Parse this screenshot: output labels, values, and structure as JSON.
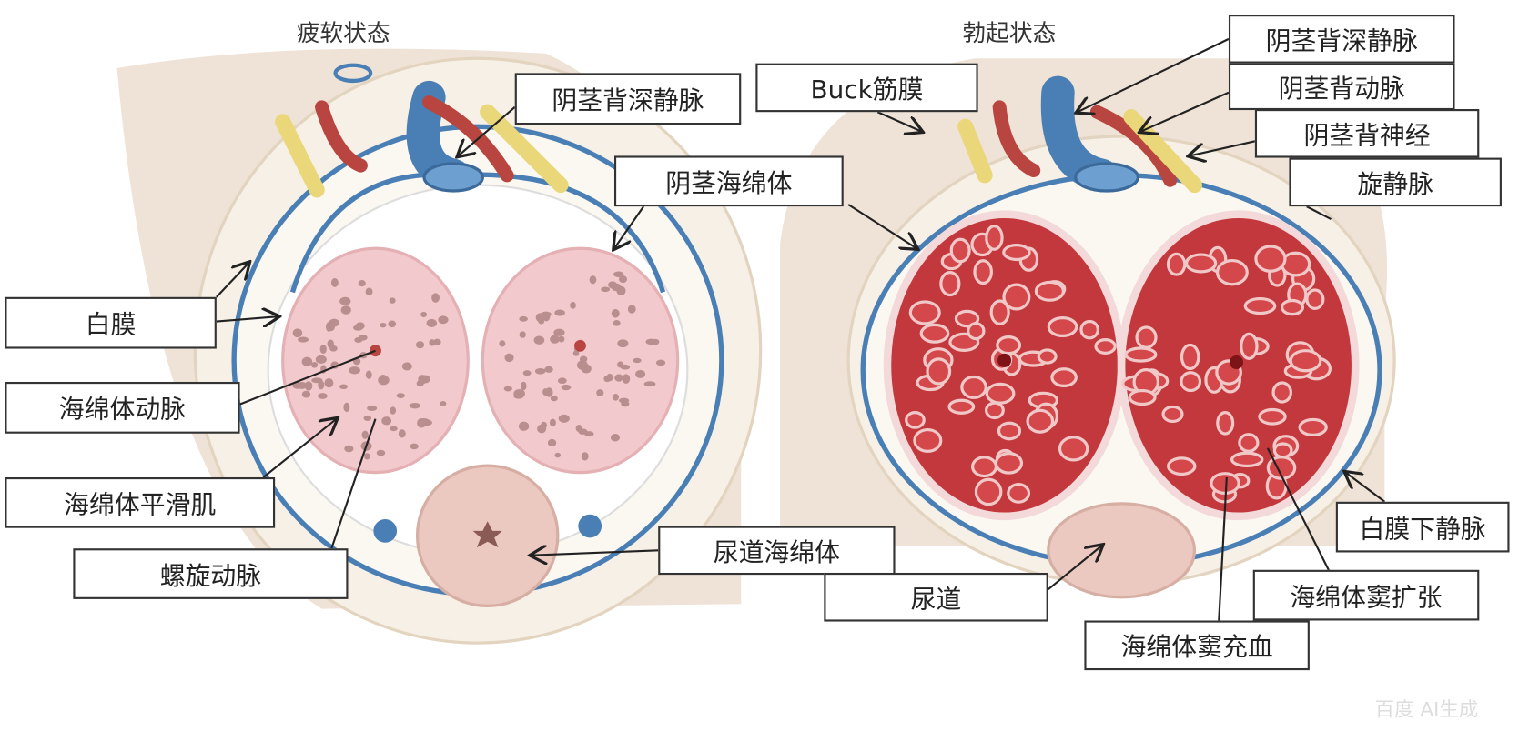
{
  "titles": {
    "flaccid": "疲软状态",
    "erect": "勃起状态"
  },
  "labels": {
    "deep_dorsal_vein_left": "阴茎背深静脉",
    "corpus_cavernosum": "阴茎海绵体",
    "tunica_albuginea": "白膜",
    "cavernous_artery": "海绵体动脉",
    "cavernous_smooth_muscle": "海绵体平滑肌",
    "helicine_artery": "螺旋动脉",
    "corpus_spongiosum": "尿道海绵体",
    "bucks_fascia": "Buck筋膜",
    "deep_dorsal_vein_right": "阴茎背深静脉",
    "dorsal_artery": "阴茎背动脉",
    "dorsal_nerve": "阴茎背神经",
    "circumflex_vein": "旋静脉",
    "subtunical_venule": "白膜下静脉",
    "urethra": "尿道",
    "sinusoid_dilation": "海绵体窦扩张",
    "sinusoid_engorgement": "海绵体窦充血"
  },
  "watermark": "百度 AI生成",
  "colors": {
    "vein": "#4a7fb5",
    "artery": "#b8453f",
    "nerve": "#e9d77a",
    "flaccid_tissue": "#f2c9cc",
    "erect_tissue": "#c2383c"
  }
}
